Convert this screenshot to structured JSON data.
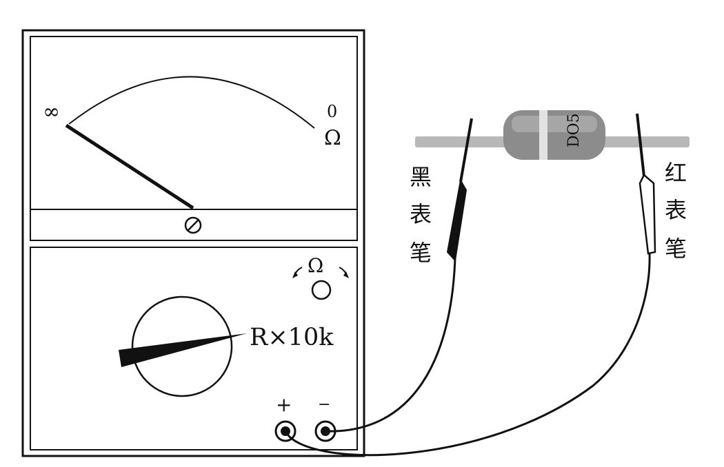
{
  "scale": {
    "infinity_label": "∞",
    "zero_label": "0",
    "ohm_label": "Ω",
    "needle_reading": "∞"
  },
  "zero_adjust_symbol": "⊘",
  "ohm_adjust": {
    "label": "Ω",
    "knob": "O"
  },
  "range_selector": {
    "setting": "R×10k"
  },
  "terminals": {
    "plus": "+",
    "minus": "−"
  },
  "probes": {
    "black": [
      "黑",
      "表",
      "笔"
    ],
    "red": [
      "红",
      "表",
      "笔"
    ]
  },
  "diode": {
    "marking": "DO5"
  },
  "colors": {
    "line": "#111111",
    "diode_body": "#8c8c8c",
    "diode_lead": "#b8b8b8",
    "black_probe": "#111111",
    "red_probe_fill": "#ffffff"
  }
}
